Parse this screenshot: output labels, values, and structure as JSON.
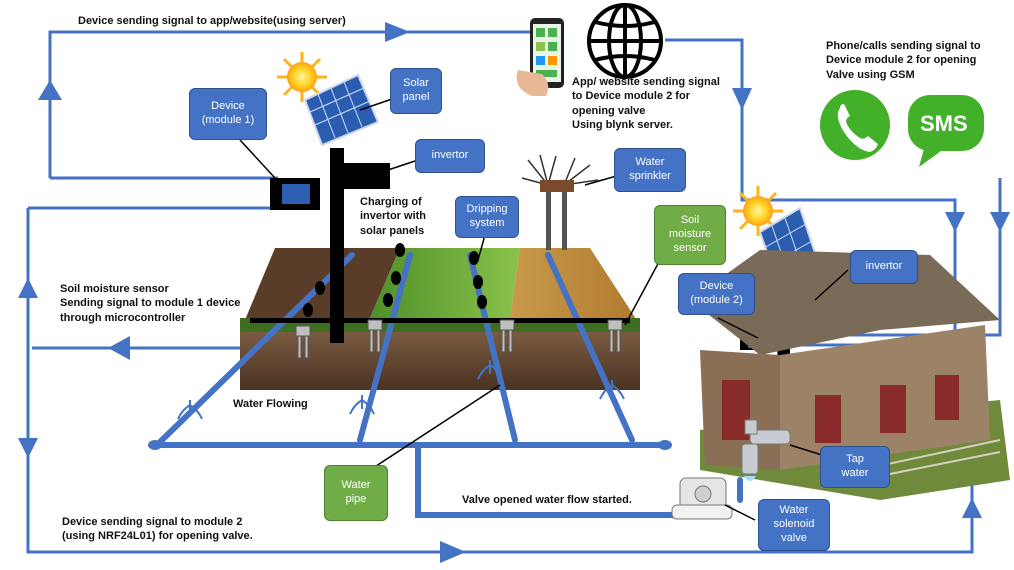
{
  "texts": {
    "top_signal": "Device sending signal to app/website(using server)",
    "gsm_signal": "Phone/calls sending signal to\nDevice module 2 for opening\nValve using GSM",
    "blynk_signal": "App/ website sending signal\nto Device module 2 for\nopening valve\nUsing blynk server.",
    "charging": "Charging of\ninvertor with\nsolar panels",
    "sensor_signal": "Soil moisture sensor\nSending signal to module 1 device\nthrough microcontroller",
    "water_flowing": "Water Flowing",
    "valve_opened": "Valve opened water flow started.",
    "nrf_signal": "Device sending signal to module 2\n(using NRF24L01) for opening valve.",
    "sms": "SMS"
  },
  "labels": {
    "device1": "Device\n(module 1)",
    "solar_panel": "Solar\npanel",
    "invertor1": "invertor",
    "water_sprinkler": "Water\nsprinkler",
    "dripping": "Dripping\nsystem",
    "soil_sensor": "Soil\nmoisture\nsensor",
    "device2": "Device\n(module 2)",
    "invertor2": "invertor",
    "tap_water": "Tap\nwater",
    "water_pipe": "Water\npipe",
    "solenoid": "Water\nsolenoid\nvalve"
  },
  "colors": {
    "signal_line": "#4472c4",
    "label_blue": "#4472c4",
    "label_green": "#70ad47",
    "pipe": "#4472c4",
    "pole": "#000000"
  }
}
